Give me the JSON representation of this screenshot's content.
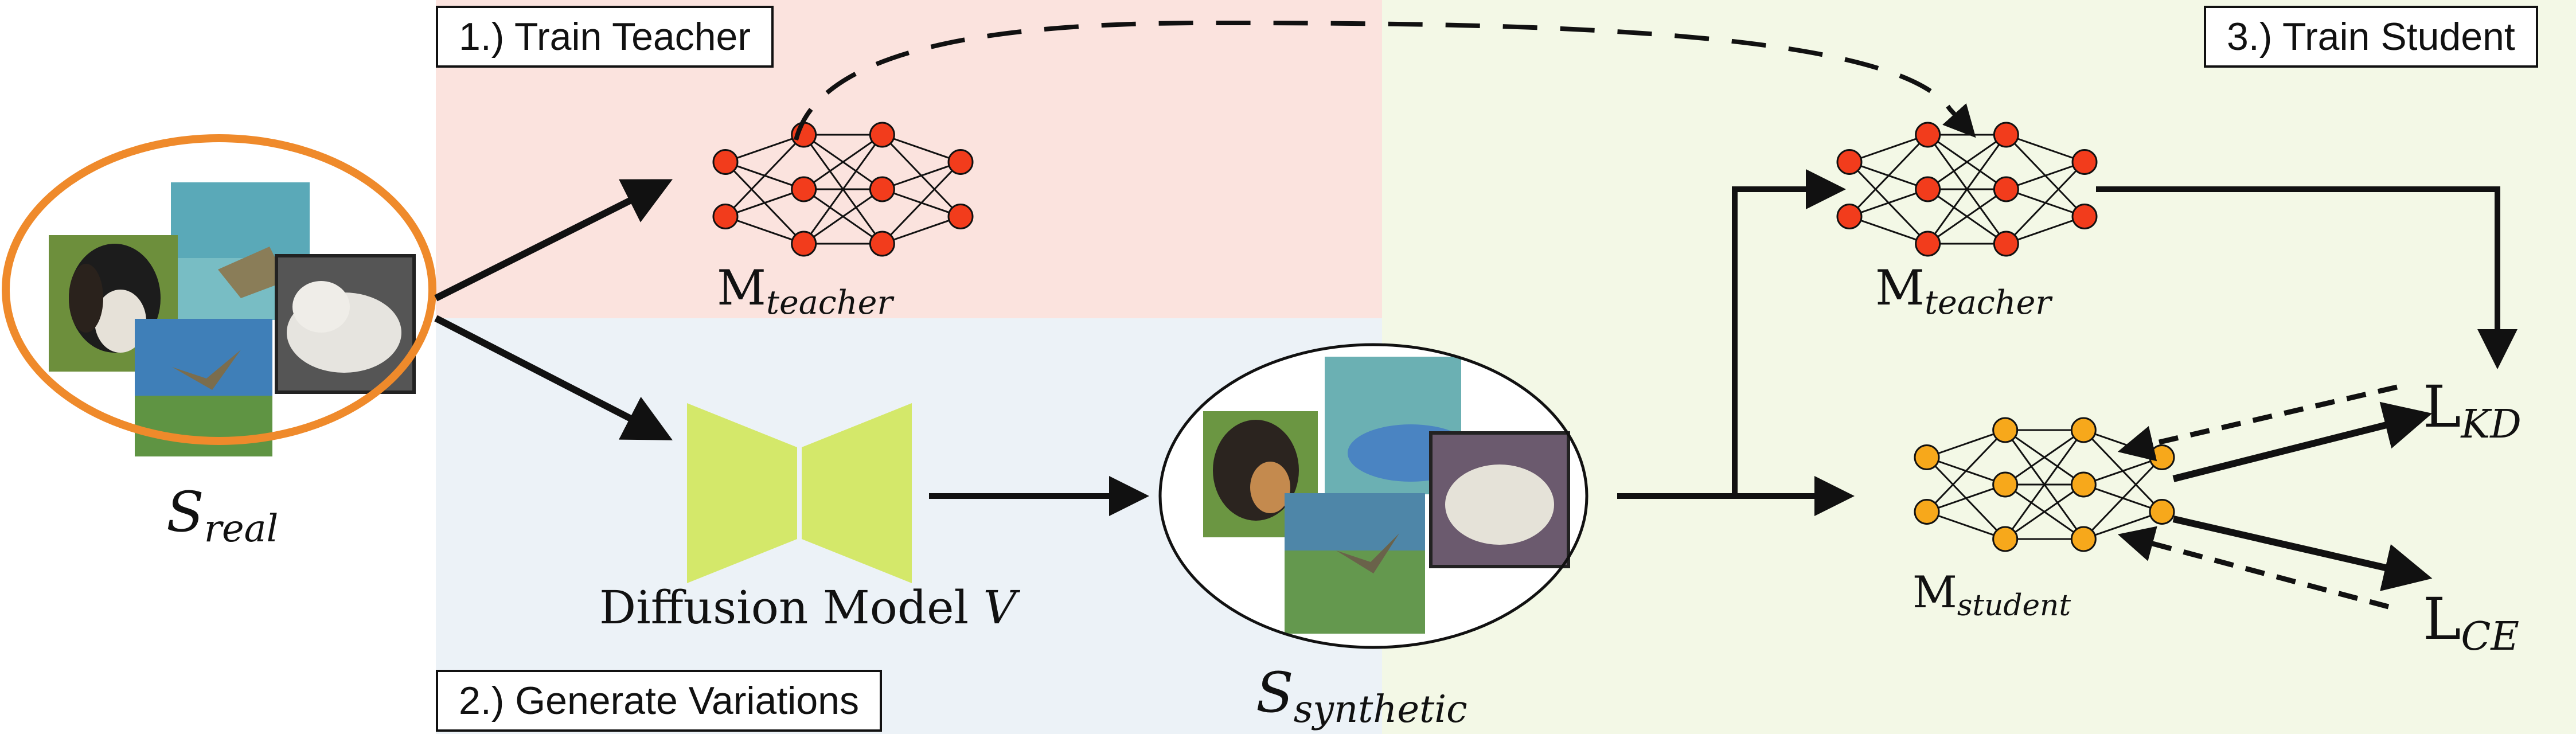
{
  "stages": {
    "train_teacher": "1.) Train Teacher",
    "generate_variations": "2.) Generate Variations",
    "train_student": "3.) Train Student"
  },
  "labels": {
    "s_real": {
      "base": "S",
      "sub": "real"
    },
    "m_teacher_1": {
      "base": "M",
      "sub": "teacher"
    },
    "m_teacher_2": {
      "base": "M",
      "sub": "teacher"
    },
    "m_student": {
      "base": "M",
      "sub": "student"
    },
    "s_synthetic": {
      "base": "S",
      "sub": "synthetic"
    },
    "l_kd": {
      "base": "L",
      "sub": "KD"
    },
    "l_ce": {
      "base": "L",
      "sub": "CE"
    },
    "diffusion_caption": "Diffusion Model",
    "diffusion_symbol": "V"
  },
  "colors": {
    "teacher_region": "#fbe3de",
    "generate_region": "#ecf2f7",
    "student_region": "#f3f8e6",
    "teacher_node": "#f23c1c",
    "student_node": "#f7a81b",
    "real_set_ring": "#ef8a2b",
    "diffusion_shape": "#d4e86a",
    "arrow": "#111111"
  },
  "icons": {
    "real_images": [
      "dog-photo",
      "stingray-photo",
      "hummingbird-photo",
      "polar-bear-photo"
    ],
    "synthetic_images": [
      "dog-photo",
      "stingray-photo",
      "hummingbird-photo",
      "polar-bear-photo"
    ]
  }
}
